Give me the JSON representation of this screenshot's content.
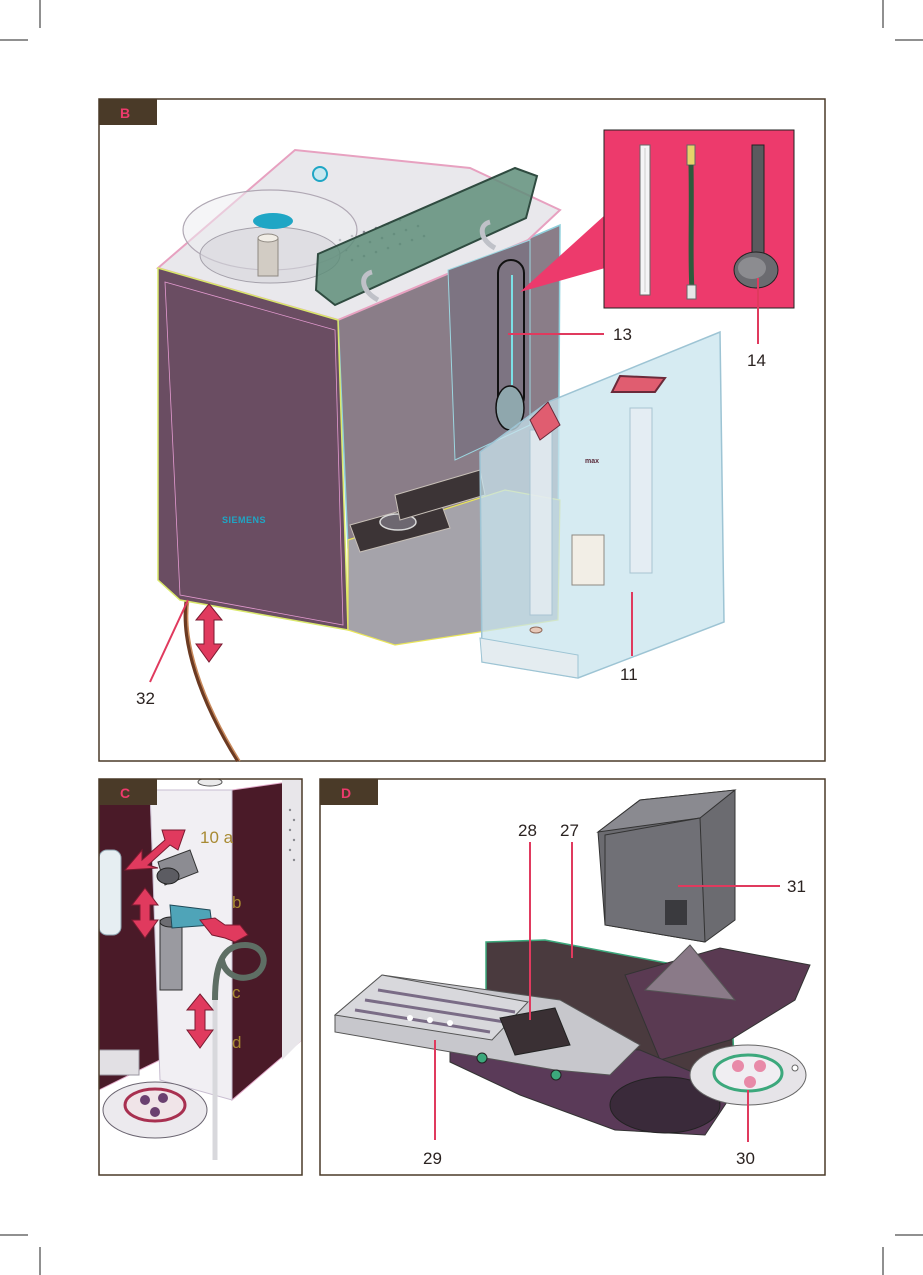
{
  "panels": [
    {
      "id": "B",
      "label": "B"
    },
    {
      "id": "C",
      "label": "C"
    },
    {
      "id": "D",
      "label": "D"
    }
  ],
  "brand_text": "SIEMENS",
  "tank_text": "max",
  "callouts": {
    "b11": "11",
    "b13": "13",
    "b14": "14",
    "b32": "32",
    "c10a": "10 a",
    "c_b": "b",
    "c_c": "c",
    "c_d": "d",
    "d27": "27",
    "d28": "28",
    "d29": "29",
    "d30": "30",
    "d31": "31"
  },
  "colors": {
    "frame": "#4a3a28",
    "accent": "#ed3a6c",
    "housing": "#6a4d62",
    "label_badge": "#4a3a28"
  }
}
